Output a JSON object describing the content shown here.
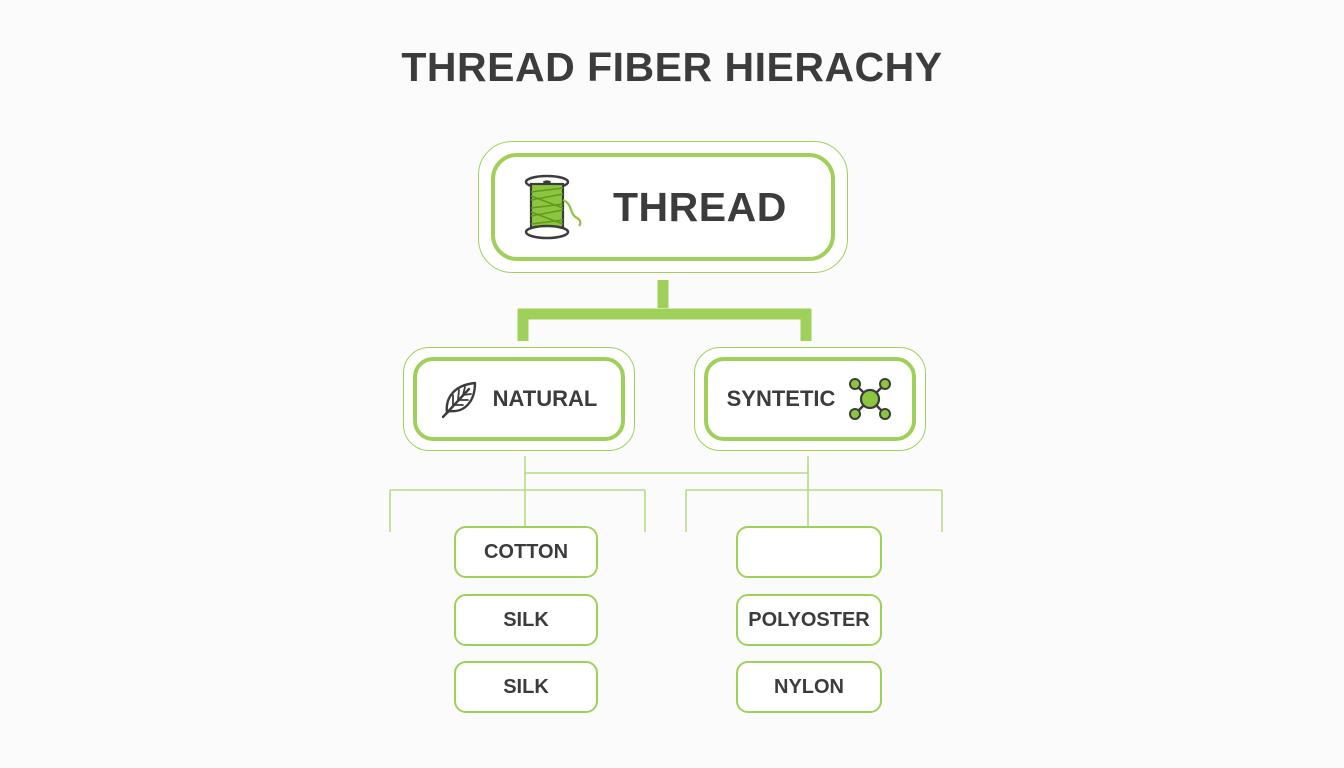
{
  "title": "THREAD FIBER HIERACHY",
  "colors": {
    "accent": "#9fd15a",
    "text": "#3c3c3c",
    "background": "#fbfbfb"
  },
  "root": {
    "label": "THREAD",
    "icon": "spool-icon"
  },
  "categories": [
    {
      "label": "NATURAL",
      "icon": "leaf-icon",
      "items": [
        "COTTON",
        "SILK",
        "SILK"
      ]
    },
    {
      "label": "SYNTETIC",
      "icon": "molecule-icon",
      "items": [
        "",
        "POLYOSTER",
        "NYLON"
      ]
    }
  ]
}
